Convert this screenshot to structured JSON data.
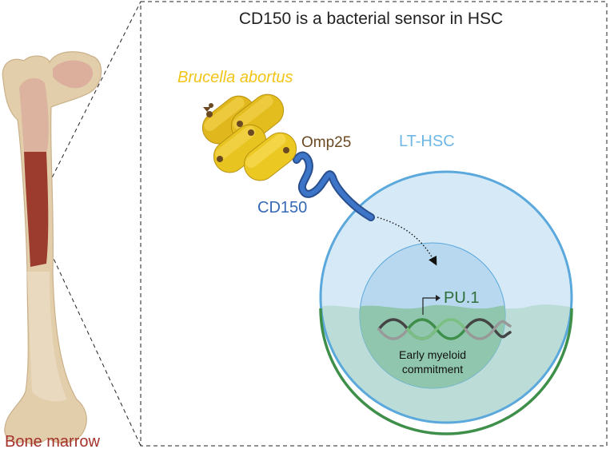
{
  "title": "CD150 is a bacterial sensor in HSC",
  "labels": {
    "bacterium": "Brucella abortus",
    "ligand": "Omp25",
    "receptor": "CD150",
    "cell": "LT-HSC",
    "gene": "PU.1",
    "outcome_line1": "Early myeloid",
    "outcome_line2": "commitment",
    "tissue": "Bone marrow"
  },
  "colors": {
    "bacterium_label": "#f2c418",
    "bacterium_body": "#e8c421",
    "ligand_label": "#6b4a23",
    "receptor": "#3568b5",
    "cell_label": "#6fb8e6",
    "cell_membrane": "#5aa8dc",
    "nucleus_green": "#3e8f4a",
    "tissue_label": "#a4312a",
    "bone": "#e3ceab",
    "marrow": "#9b3c2f"
  }
}
